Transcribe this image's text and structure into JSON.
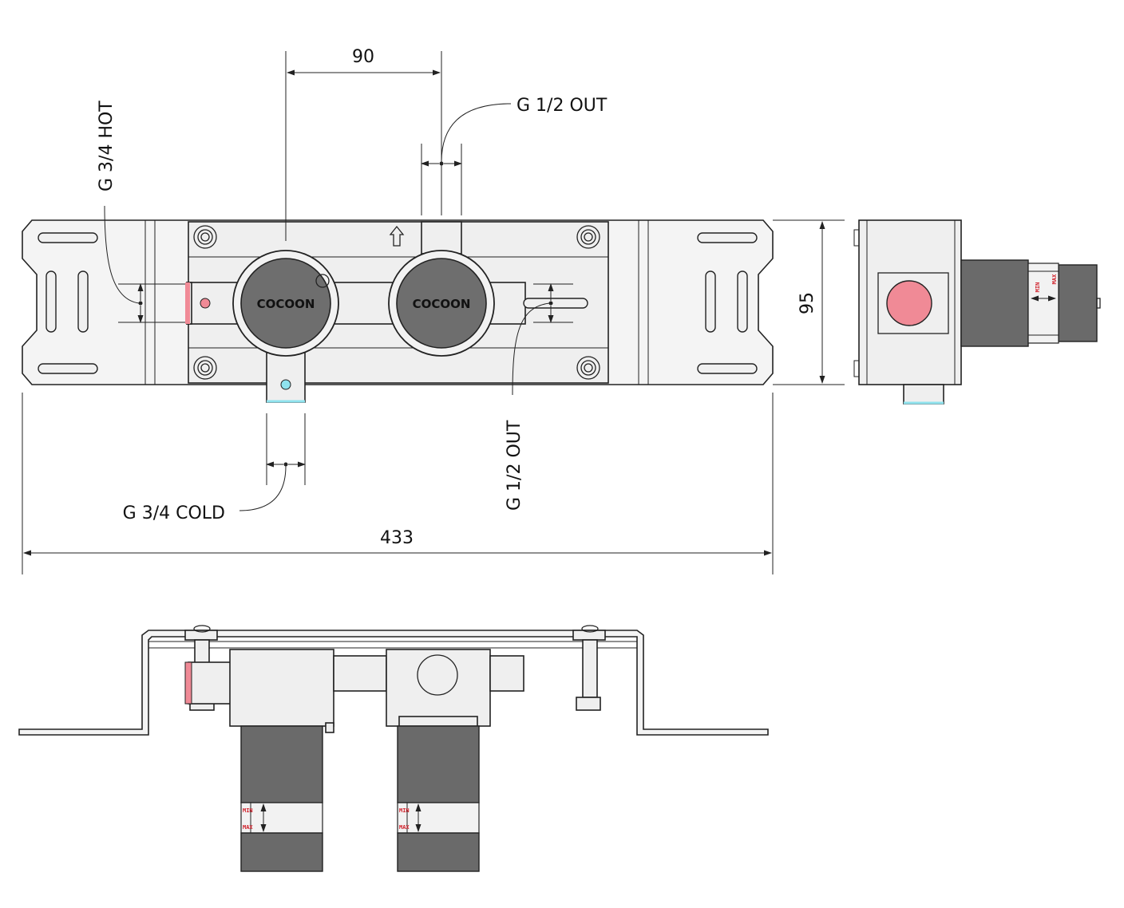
{
  "labels": {
    "dim_90": "90",
    "dim_433": "433",
    "dim_95": "95",
    "hot_inlet": "G 3/4 HOT",
    "cold_inlet": "G 3/4 COLD",
    "outlet_top": "G 1/2 OUT",
    "outlet_side": "G 1/2 OUT",
    "knob_left_brand": "COCOON",
    "knob_right_brand": "COCOON",
    "side_band_min": "MIN",
    "side_band_max": "MAX",
    "bottom_left_band_min": "MIN",
    "bottom_left_band_max": "MAX",
    "bottom_right_band_min": "MIN",
    "bottom_right_band_max": "MAX"
  },
  "colors": {
    "hot": "#f08a96",
    "cold": "#8fe3ee",
    "cartridge": "#6a6a6a",
    "knob_face": "#6e6e6e",
    "line": "#222222"
  }
}
